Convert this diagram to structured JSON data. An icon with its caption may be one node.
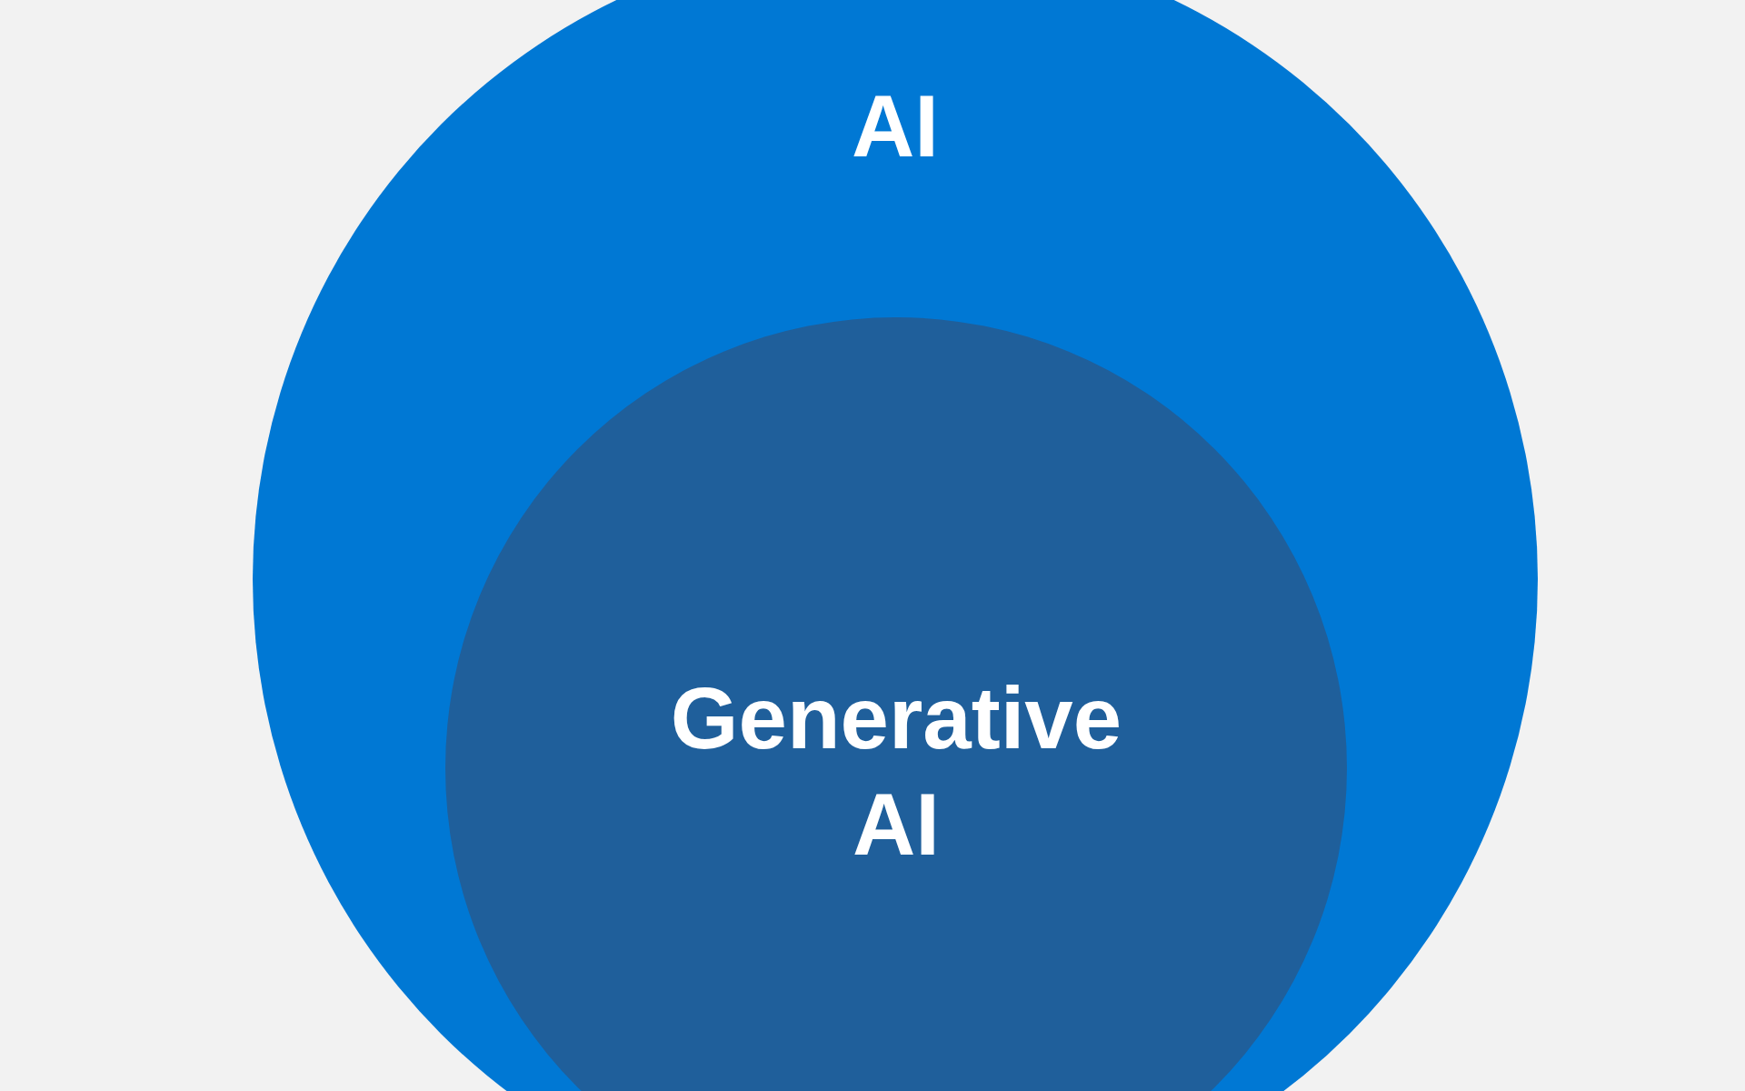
{
  "diagram": {
    "nodes": [
      {
        "text": [
          "AI"
        ]
      },
      {
        "text": [
          "Generative AI"
        ],
        "in": 0
      }
    ]
  }
}
